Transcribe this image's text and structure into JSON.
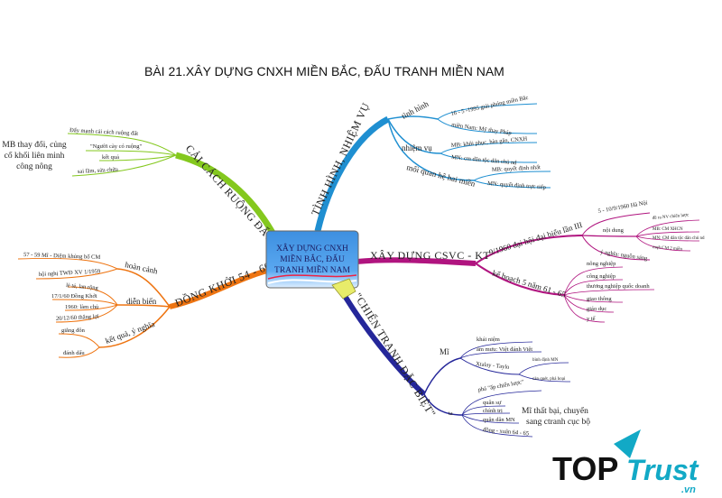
{
  "title": "BÀI 21.XÂY DỰNG CNXH MIỀN BẮC, ĐẤU TRANH MIỀN NAM",
  "center": {
    "lines": [
      "XÂY DỰNG CNXH",
      "MIỀN BẮC, ĐẤU",
      "TRANH MIỀN NAM"
    ]
  },
  "colors": {
    "blue": "#1f8fd1",
    "magenta": "#b0147f",
    "navy": "#25279a",
    "green": "#84c81e",
    "orange": "#ee7411",
    "logo_teal": "#12a9c6"
  },
  "branches": {
    "situation": {
      "label": "TÌNH HÌNH, NHIỆM VỤ",
      "tinh_hinh": {
        "label": "tình hình",
        "items": [
          "16 - 5 -1995 giải phóng miền Bắc",
          "miền Nam: Mỹ thay Pháp"
        ]
      },
      "nhiem_vu": {
        "label": "nhiệm vụ",
        "items": [
          "MB: khôi phục, hàn gắn, CNXH",
          "MN: cm dân tộc dân chủ nd"
        ]
      },
      "quan_he": {
        "label": "mối quan hệ hai miền",
        "items": [
          "MB: quyết định nhất",
          "MN: quyết định trực tiếp"
        ]
      }
    },
    "build": {
      "label": "XÂY DỰNG CSVC - KT",
      "congress": {
        "label": "9/1960 đại hội đại biểu lần III",
        "time": "5 - 10/9/1960 Hà Nội",
        "content": {
          "label": "nội dung",
          "items": [
            "đề ra NV chiến lược",
            "MB: CM XHCN",
            "MN: CM dân tộc dân chủ nd",
            "mqh CM 2 miền"
          ]
        },
        "meaning": "ý nghĩa: nguồn sáng"
      },
      "plan": {
        "label": "kế hoạch 5 năm 61 - 65",
        "items": [
          "nông nghiệp",
          "công nghiệp",
          "thương nghiệp quốc doanh",
          "giao thông",
          "giáo dục",
          "y tế"
        ]
      }
    },
    "war": {
      "label": "\"CHIẾN TRANH ĐẶC BIỆT\"",
      "us": {
        "label": "Mĩ",
        "items": [
          "khái niệm",
          "âm mưu: Việt đánh Việt"
        ],
        "plan": {
          "label": "Xtalay - Taylo",
          "items": [
            "bình định MN",
            "càn quét, phá hoại"
          ]
        }
      },
      "we": {
        "label": "ta",
        "items": [
          "phá \"ấp chiến lược\"",
          "quân sự",
          "chính trị",
          "quân dân MN",
          "đồng - xuân 64 - 65"
        ]
      },
      "note": [
        "Mĩ thất bại, chuyển",
        "sang ctranh cục bộ"
      ]
    },
    "land": {
      "label": "CẢI CÁCH RUỘNG ĐẤT 54 -",
      "items": [
        "Đẩy mạnh cải cách ruộng đất",
        "\"Người cày có ruộng\"",
        "kết quả",
        "sai lầm, sửa chữa"
      ],
      "note": [
        "MB thay đổi, củng",
        "cố khối liên minh",
        "công nông"
      ]
    },
    "uprising": {
      "label": "ĐỒNG KHỞI 54 - 60",
      "context": {
        "label": "hoàn cảnh",
        "items": [
          "57 - 59 Mĩ - Diệm khủng bố CM",
          "hội nghị TWĐ XV 1/1959"
        ]
      },
      "progress": {
        "label": "diễn biến",
        "items": [
          "lẻ tẻ, lan rộng",
          "17/1/60 Đồng Khởi",
          "1960: làm chủ",
          "20/12/60 thắng lợi"
        ]
      },
      "result": {
        "label": "kết quả, ý nghĩa",
        "items": [
          "giằng đôn",
          "đánh dấu"
        ]
      }
    }
  },
  "logo": {
    "top": "TOP",
    "trust": "Trust",
    "vn": ".vn"
  }
}
